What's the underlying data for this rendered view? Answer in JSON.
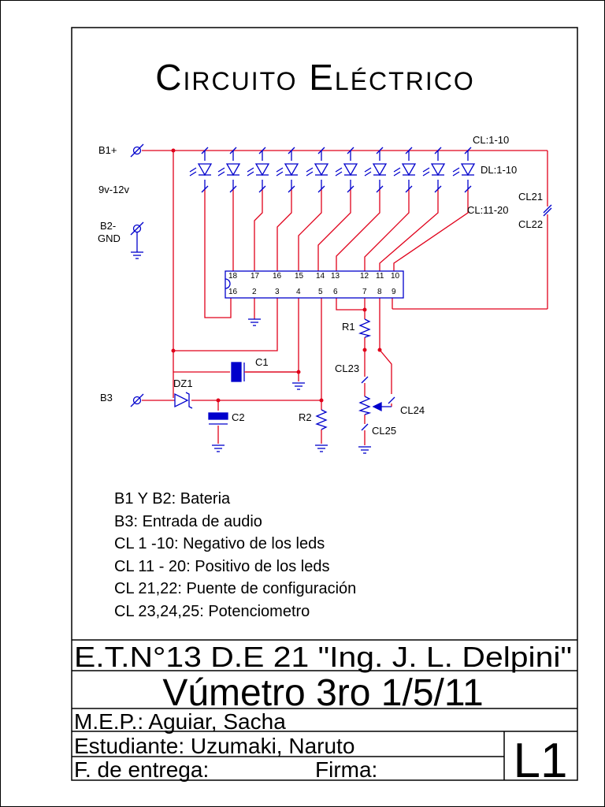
{
  "title": "Circuito Eléctrico",
  "labels": {
    "b1": "B1+",
    "voltage": "9v-12v",
    "b2": "B2-",
    "gnd": "GND",
    "b3": "B3",
    "dz1": "DZ1",
    "c1": "C1",
    "c2": "C2",
    "r1": "R1",
    "r2": "R2",
    "cl_1_10": "CL:1-10",
    "dl_1_10": "DL:1-10",
    "cl_11_20": "CL:11-20",
    "cl21": "CL21",
    "cl22": "CL22",
    "cl23": "CL23",
    "cl24": "CL24",
    "cl25": "CL25"
  },
  "ic_pins_top": [
    "18",
    "17",
    "16",
    "15",
    "14",
    "13",
    "12",
    "11",
    "10"
  ],
  "ic_pins_bottom": [
    "16",
    "2",
    "3",
    "4",
    "5",
    "6",
    "7",
    "8",
    "9"
  ],
  "legend": [
    "B1 Y B2: Bateria",
    "B3: Entrada de audio",
    "CL 1 -10: Negativo de los leds",
    "CL 11 - 20: Positivo de los leds",
    "CL 21,22: Puente de configuración",
    "CL 23,24,25: Potenciometro"
  ],
  "title_block": {
    "school": "E.T.N°13 D.E 21 \"Ing. J. L. Delpini\"",
    "project": "Vúmetro 3ro 1/5/11",
    "teacher": "M.E.P.: Aguiar, Sacha",
    "student": "Estudiante: Uzumaki, Naruto",
    "delivery": "F. de entrega:",
    "signature": "Firma:",
    "sheet": "L1"
  },
  "colors": {
    "wire": "#e0001a",
    "component": "#0000cc",
    "ink": "#000000"
  }
}
